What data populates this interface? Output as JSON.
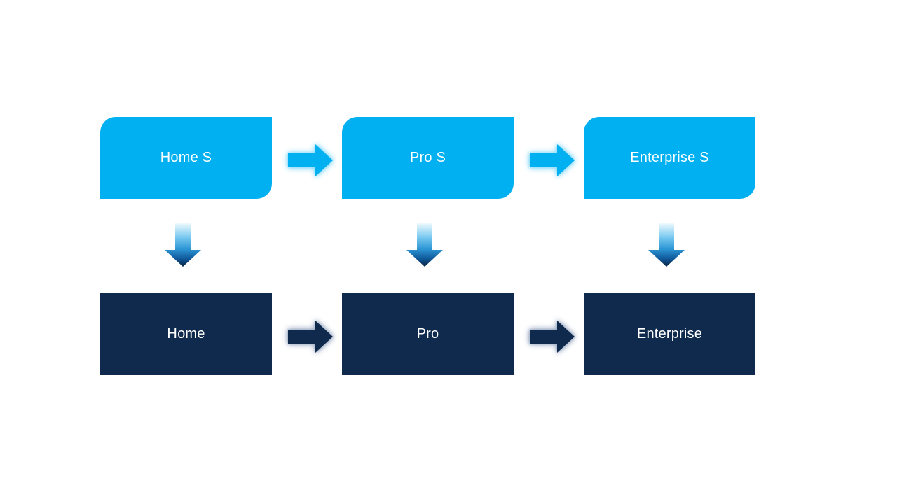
{
  "colors": {
    "background": "#FFFFFF",
    "light_blue": "#00B0F0",
    "navy": "#0F2A4D",
    "box_text": "#FFFFFF",
    "glow_light": "#8FDCFA",
    "glow_dark": "#9FAEC6",
    "v_grad_top": "#F4FBFE",
    "v_grad_upper": "#7CCBF1",
    "v_grad_mid": "#2D96D5",
    "v_grad_lower": "#10599A",
    "v_grad_tip": "#0A2241"
  },
  "diagram": {
    "type": "flow",
    "columns": [
      {
        "top_label": "Home S",
        "bottom_label": "Home"
      },
      {
        "top_label": "Pro S",
        "bottom_label": "Pro"
      },
      {
        "top_label": "Enterprise S",
        "bottom_label": "Enterprise"
      }
    ]
  }
}
